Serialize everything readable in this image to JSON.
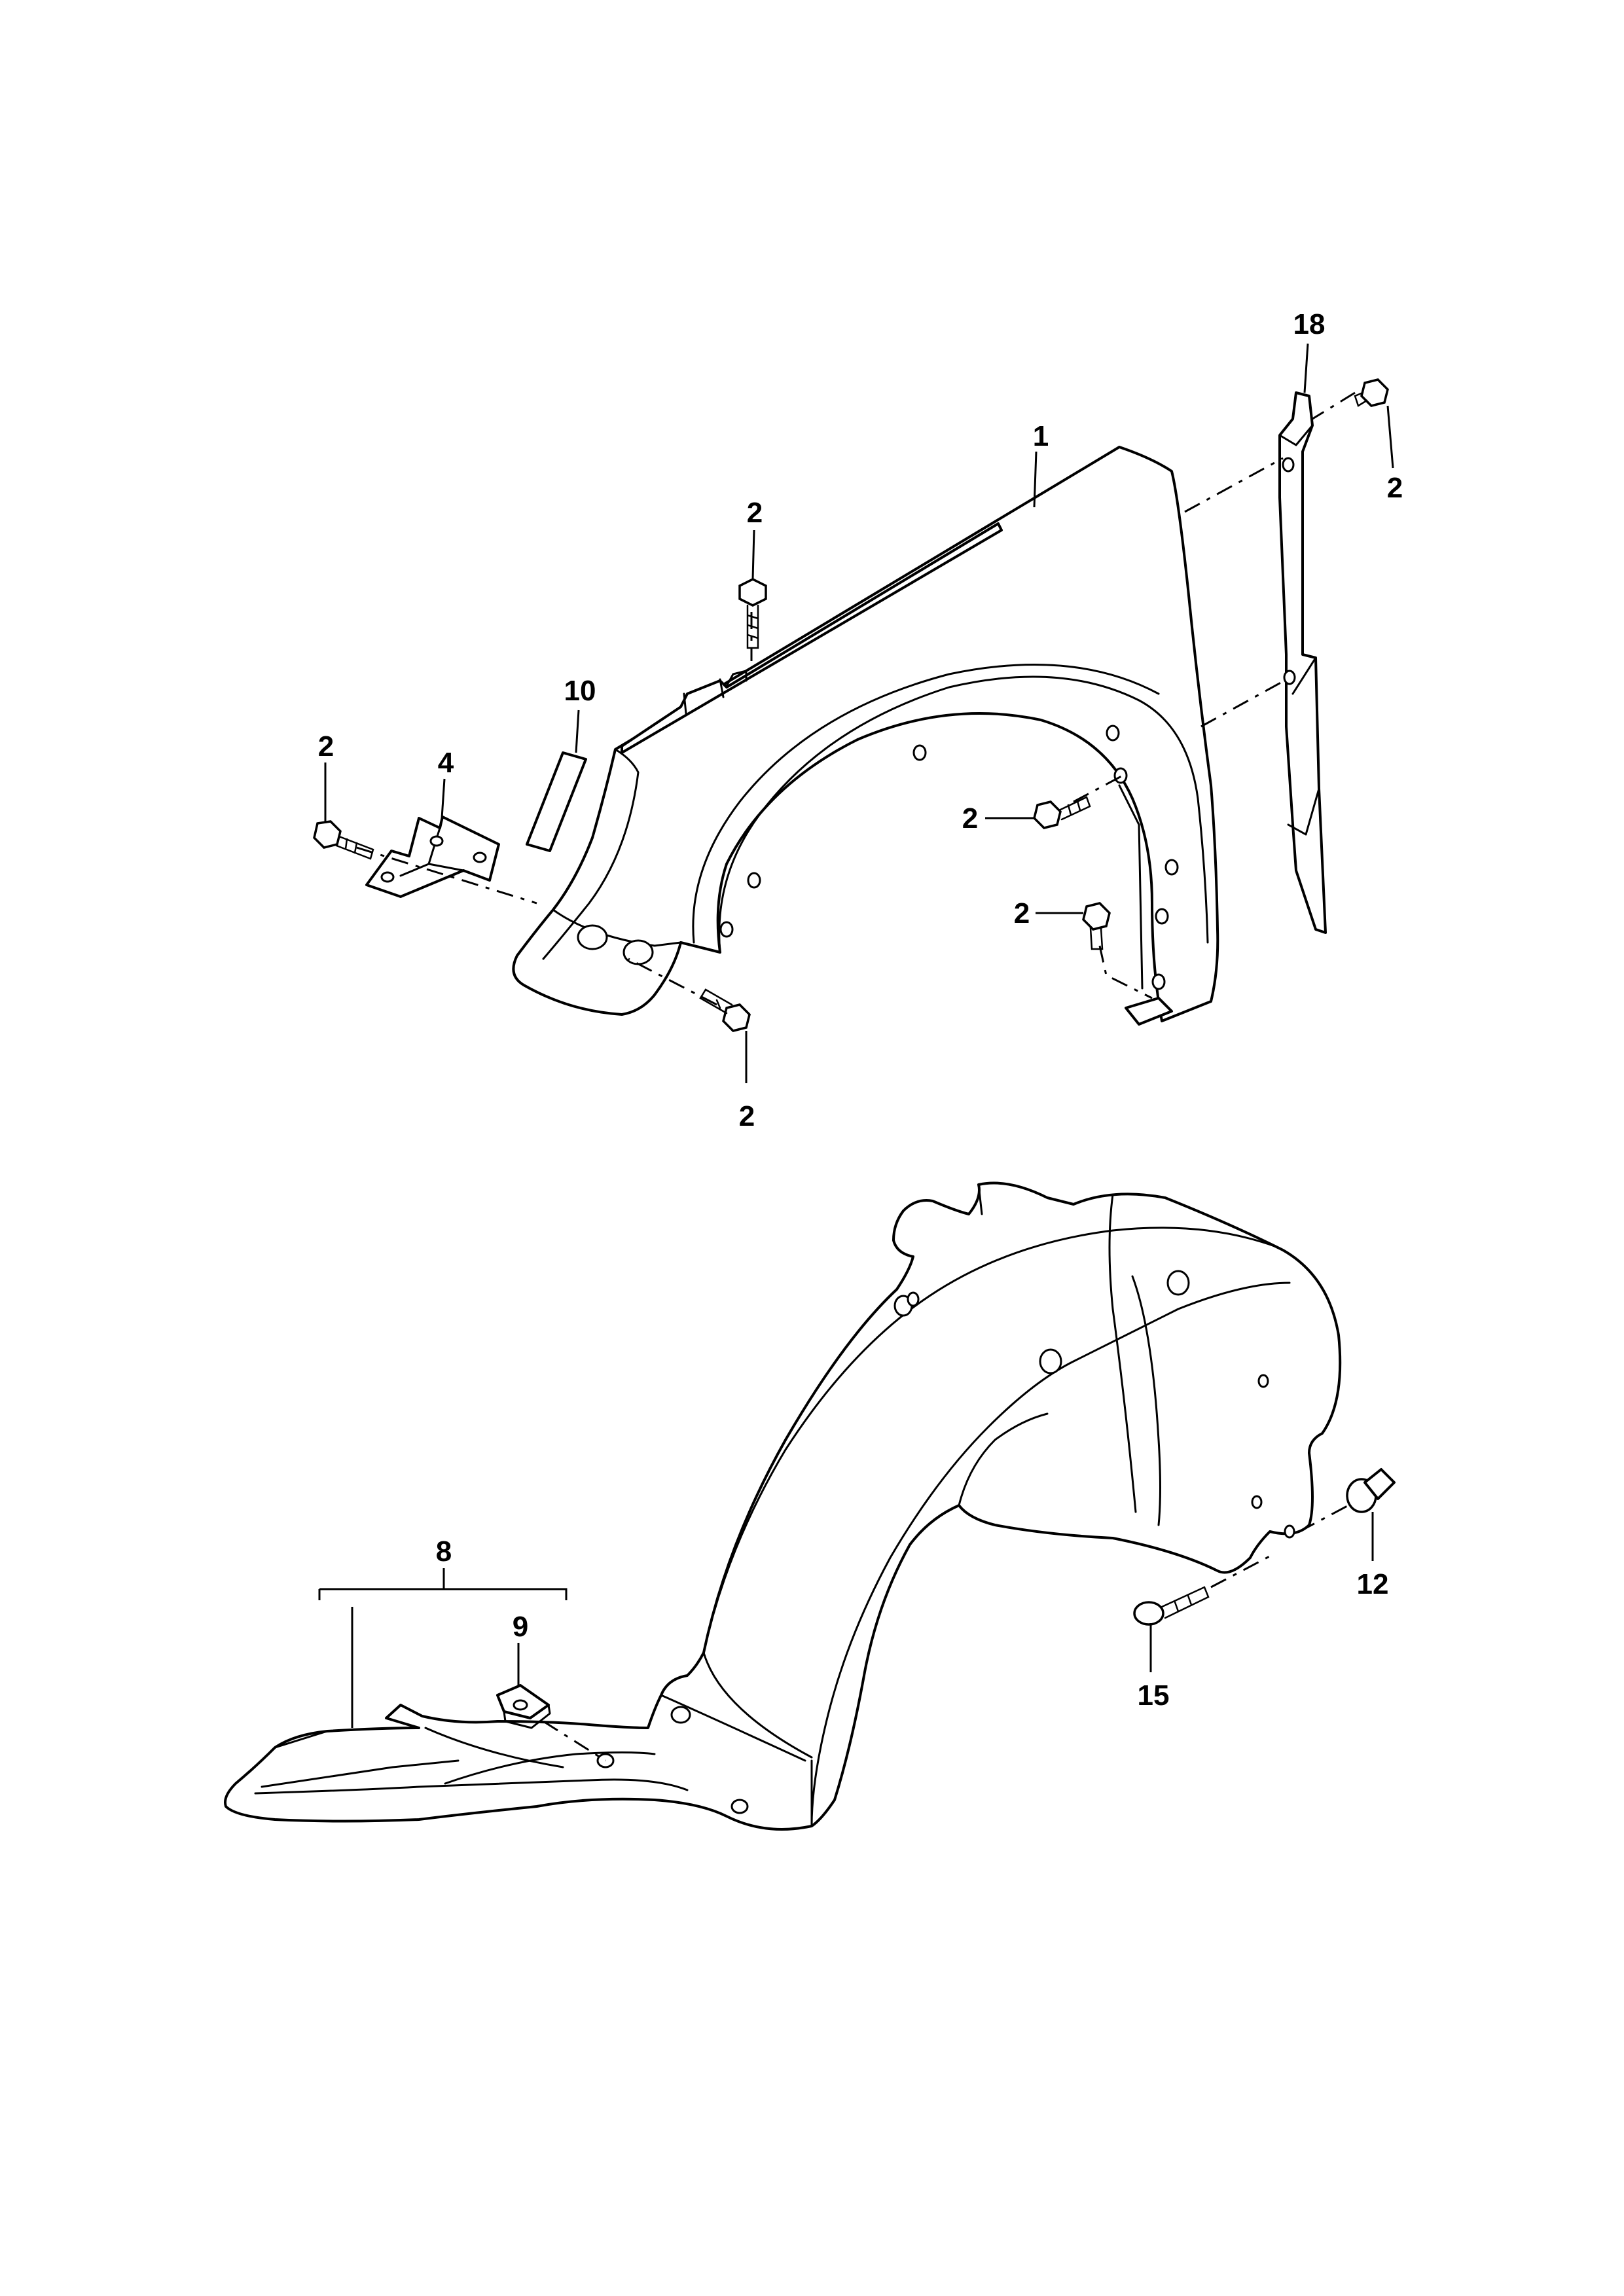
{
  "callouts": {
    "c1": "1",
    "c2_top": "2",
    "c10": "10",
    "c2_left": "2",
    "c4": "4",
    "c18": "18",
    "c2_right_top": "2",
    "c2_mid": "2",
    "c2_mid_lower": "2",
    "c2_bottom": "2",
    "c8": "8",
    "c9": "9",
    "c12": "12",
    "c15": "15"
  }
}
